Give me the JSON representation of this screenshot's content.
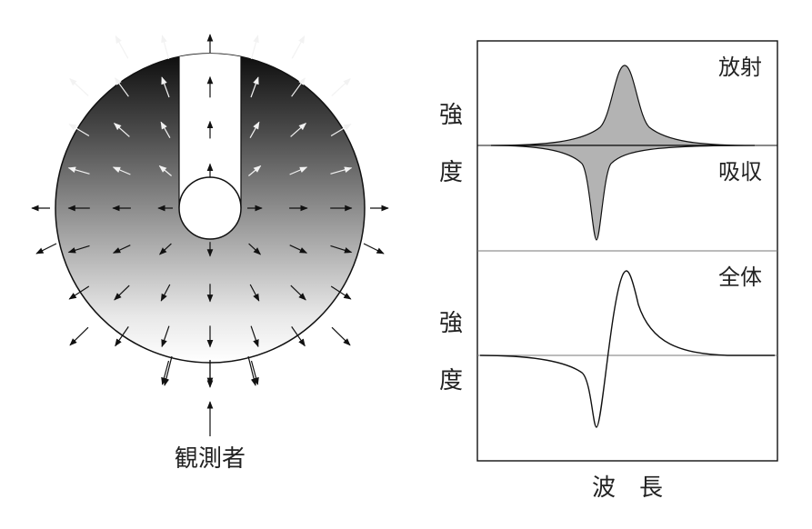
{
  "left_diagram": {
    "observer_label": "観測者"
  },
  "right_diagram": {
    "y_axis_label_top_1": "強",
    "y_axis_label_top_2": "度",
    "y_axis_label_bottom_1": "強",
    "y_axis_label_bottom_2": "度",
    "panel_top_emission_label": "放射",
    "panel_top_absorption_label": "吸収",
    "panel_bottom_label": "全体",
    "x_axis_label": "波　長"
  }
}
